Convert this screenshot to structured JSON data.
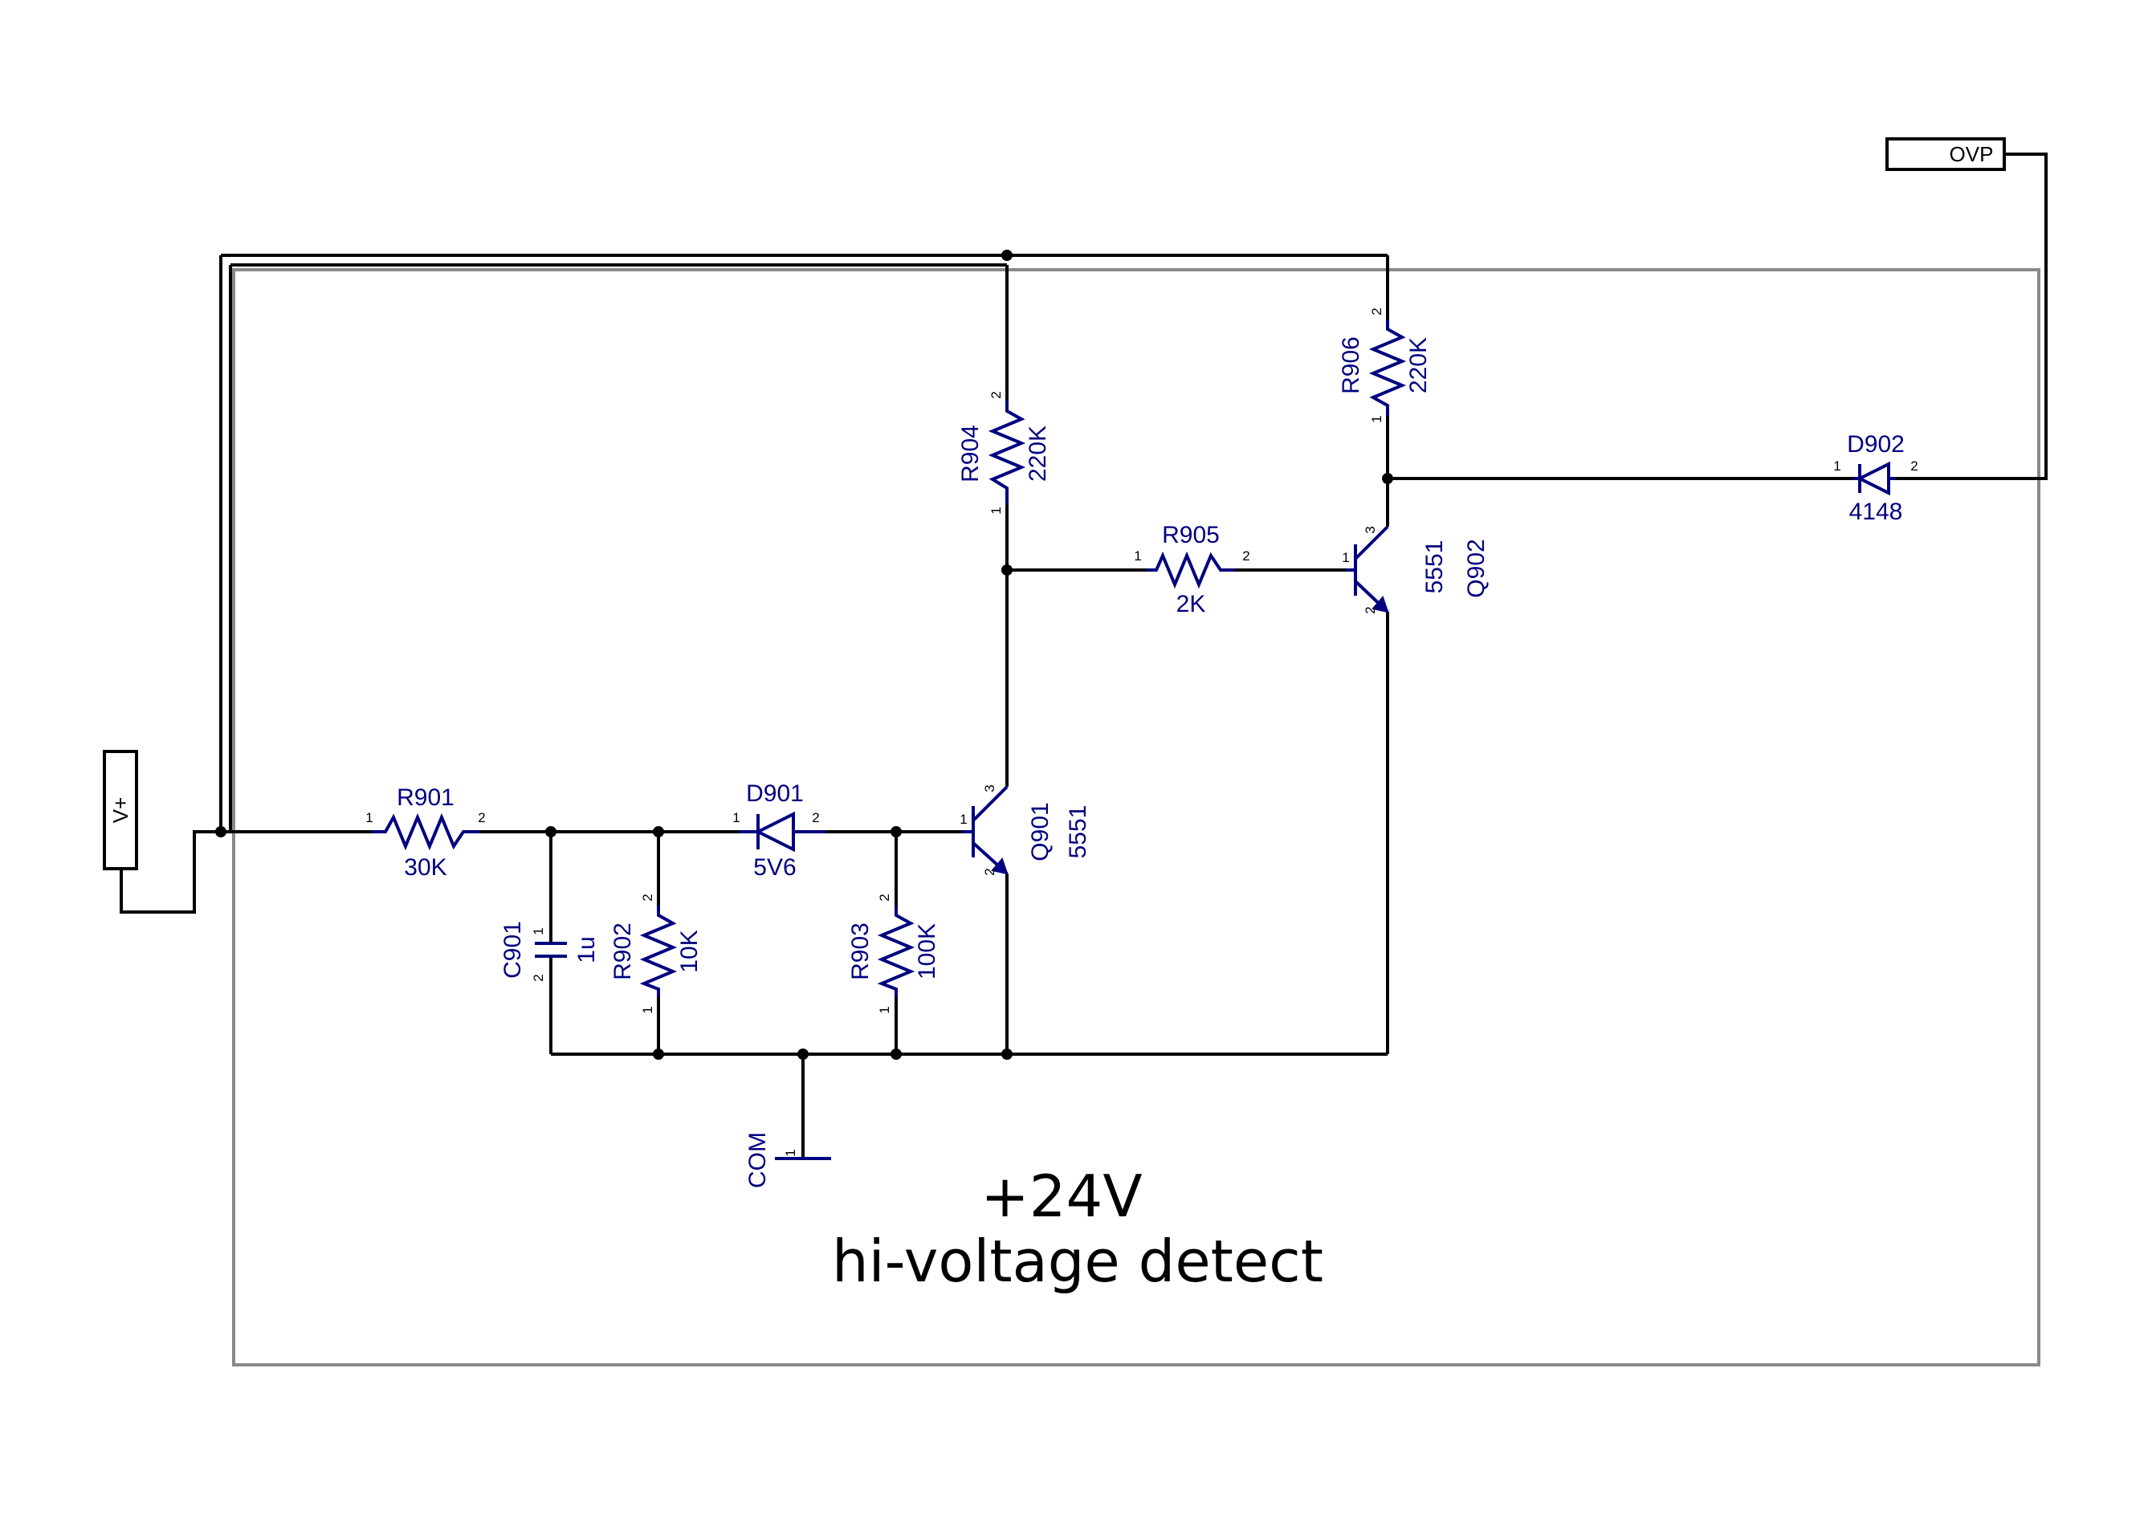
{
  "ports": {
    "vplus": "V+",
    "ovp": "OVP",
    "com": "COM"
  },
  "title": {
    "line1": "+24V",
    "line2": "hi-voltage detect"
  },
  "components": {
    "r901": {
      "ref": "R901",
      "value": "30K",
      "pin1": "1",
      "pin2": "2"
    },
    "r902": {
      "ref": "R902",
      "value": "10K",
      "pin1": "1",
      "pin2": "2"
    },
    "r903": {
      "ref": "R903",
      "value": "100K",
      "pin1": "1",
      "pin2": "2"
    },
    "r904": {
      "ref": "R904",
      "value": "220K",
      "pin1": "1",
      "pin2": "2"
    },
    "r905": {
      "ref": "R905",
      "value": "2K",
      "pin1": "1",
      "pin2": "2"
    },
    "r906": {
      "ref": "R906",
      "value": "220K",
      "pin1": "1",
      "pin2": "2"
    },
    "c901": {
      "ref": "C901",
      "value": "1u",
      "pin1": "1",
      "pin2": "2"
    },
    "d901": {
      "ref": "D901",
      "value": "5V6",
      "pin1": "1",
      "pin2": "2"
    },
    "d902": {
      "ref": "D902",
      "value": "4148",
      "pin1": "1",
      "pin2": "2"
    },
    "q901": {
      "ref": "Q901",
      "value": "5551",
      "pin1": "1",
      "pin2": "2",
      "pin3": "3"
    },
    "q902": {
      "ref": "Q902",
      "value": "5551",
      "pin1": "1",
      "pin2": "2",
      "pin3": "3"
    },
    "com_pin": "1"
  },
  "colors": {
    "component": "#000080",
    "wire": "#000000",
    "frame": "#8a8a8a"
  }
}
